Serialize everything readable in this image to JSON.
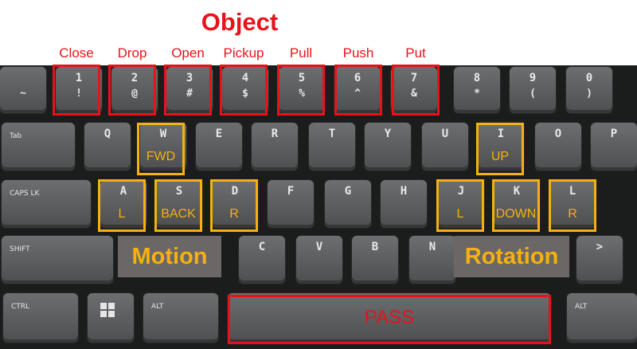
{
  "title": "Object",
  "colors": {
    "object": "#e8121b",
    "motion_rotation": "#f5b10f"
  },
  "object_keys": [
    {
      "label": "Close",
      "top": "1",
      "bot": "!"
    },
    {
      "label": "Drop",
      "top": "2",
      "bot": "@"
    },
    {
      "label": "Open",
      "top": "3",
      "bot": "#"
    },
    {
      "label": "Pickup",
      "top": "4",
      "bot": "$"
    },
    {
      "label": "Pull",
      "top": "5",
      "bot": "%"
    },
    {
      "label": "Push",
      "top": "6",
      "bot": "^"
    },
    {
      "label": "Put",
      "top": "7",
      "bot": "&"
    }
  ],
  "other_number_keys": [
    {
      "top": "8",
      "bot": "*"
    },
    {
      "top": "9",
      "bot": "("
    },
    {
      "top": "0",
      "bot": ")"
    }
  ],
  "tilde_key": "~",
  "row_q": [
    "Q",
    "W",
    "E",
    "R",
    "T",
    "Y",
    "U",
    "I",
    "O",
    "P"
  ],
  "row_a": [
    "A",
    "S",
    "D",
    "F",
    "G",
    "H",
    "J",
    "K",
    "L"
  ],
  "row_z": [
    "C",
    "V",
    "B",
    "N",
    ">"
  ],
  "modifiers": {
    "tab": "Tab",
    "caps": "CAPS LK",
    "shift": "SHIFT",
    "ctrl": "CTRL",
    "alt_left": "ALT",
    "alt_right": "ALT"
  },
  "motion": {
    "title": "Motion",
    "fwd": "FWD",
    "left": "L",
    "back": "BACK",
    "right": "R"
  },
  "rotation": {
    "title": "Rotation",
    "up": "UP",
    "left": "L",
    "down": "DOWN",
    "right": "R"
  },
  "pass": "PASS"
}
